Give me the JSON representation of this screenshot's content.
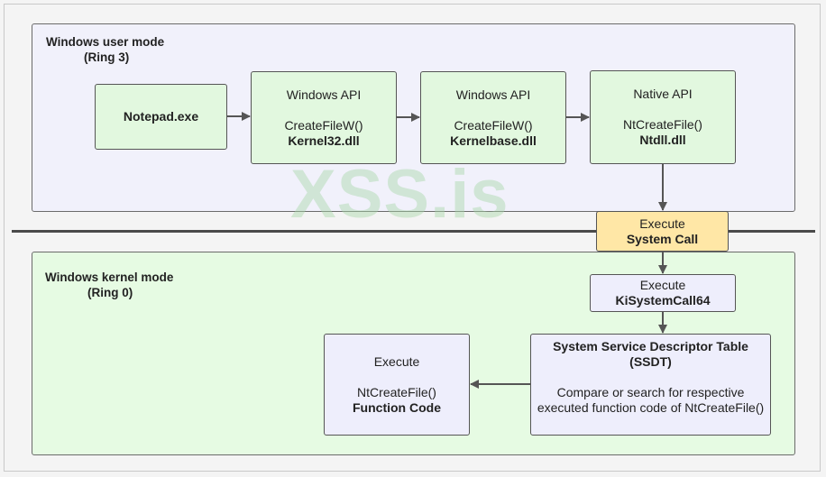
{
  "watermark": "XSS.is",
  "user_mode": {
    "title": "Windows user mode",
    "subtitle": "(Ring 3)",
    "boxes": {
      "notepad": {
        "name": "Notepad.exe"
      },
      "kernel32": {
        "header": "Windows API",
        "func": "CreateFileW()",
        "dll": "Kernel32.dll"
      },
      "kernelbase": {
        "header": "Windows API",
        "func": "CreateFileW()",
        "dll": "Kernelbase.dll"
      },
      "ntdll": {
        "header": "Native API",
        "func": "NtCreateFile()",
        "dll": "Ntdll.dll"
      }
    }
  },
  "syscall": {
    "header": "Execute",
    "name": "System Call"
  },
  "kernel_mode": {
    "title": "Windows kernel mode",
    "subtitle": "(Ring 0)",
    "boxes": {
      "kisystemcall": {
        "header": "Execute",
        "name": "KiSystemCall64"
      },
      "ssdt": {
        "title": "System Service Descriptor Table",
        "abbr": "(SSDT)",
        "desc_line1": "Compare or search for respective",
        "desc_line2": "executed function code of NtCreateFile()"
      },
      "function_code": {
        "header": "Execute",
        "func": "NtCreateFile()",
        "name": "Function Code"
      }
    }
  },
  "colors": {
    "user_region": "#f1f1fb",
    "kernel_region": "#e6fbe3",
    "box_green": "#e2f8df",
    "box_purple": "#eeeefc",
    "syscall_yellow": "#ffe7a6",
    "watermark": "#a8d6a8"
  }
}
